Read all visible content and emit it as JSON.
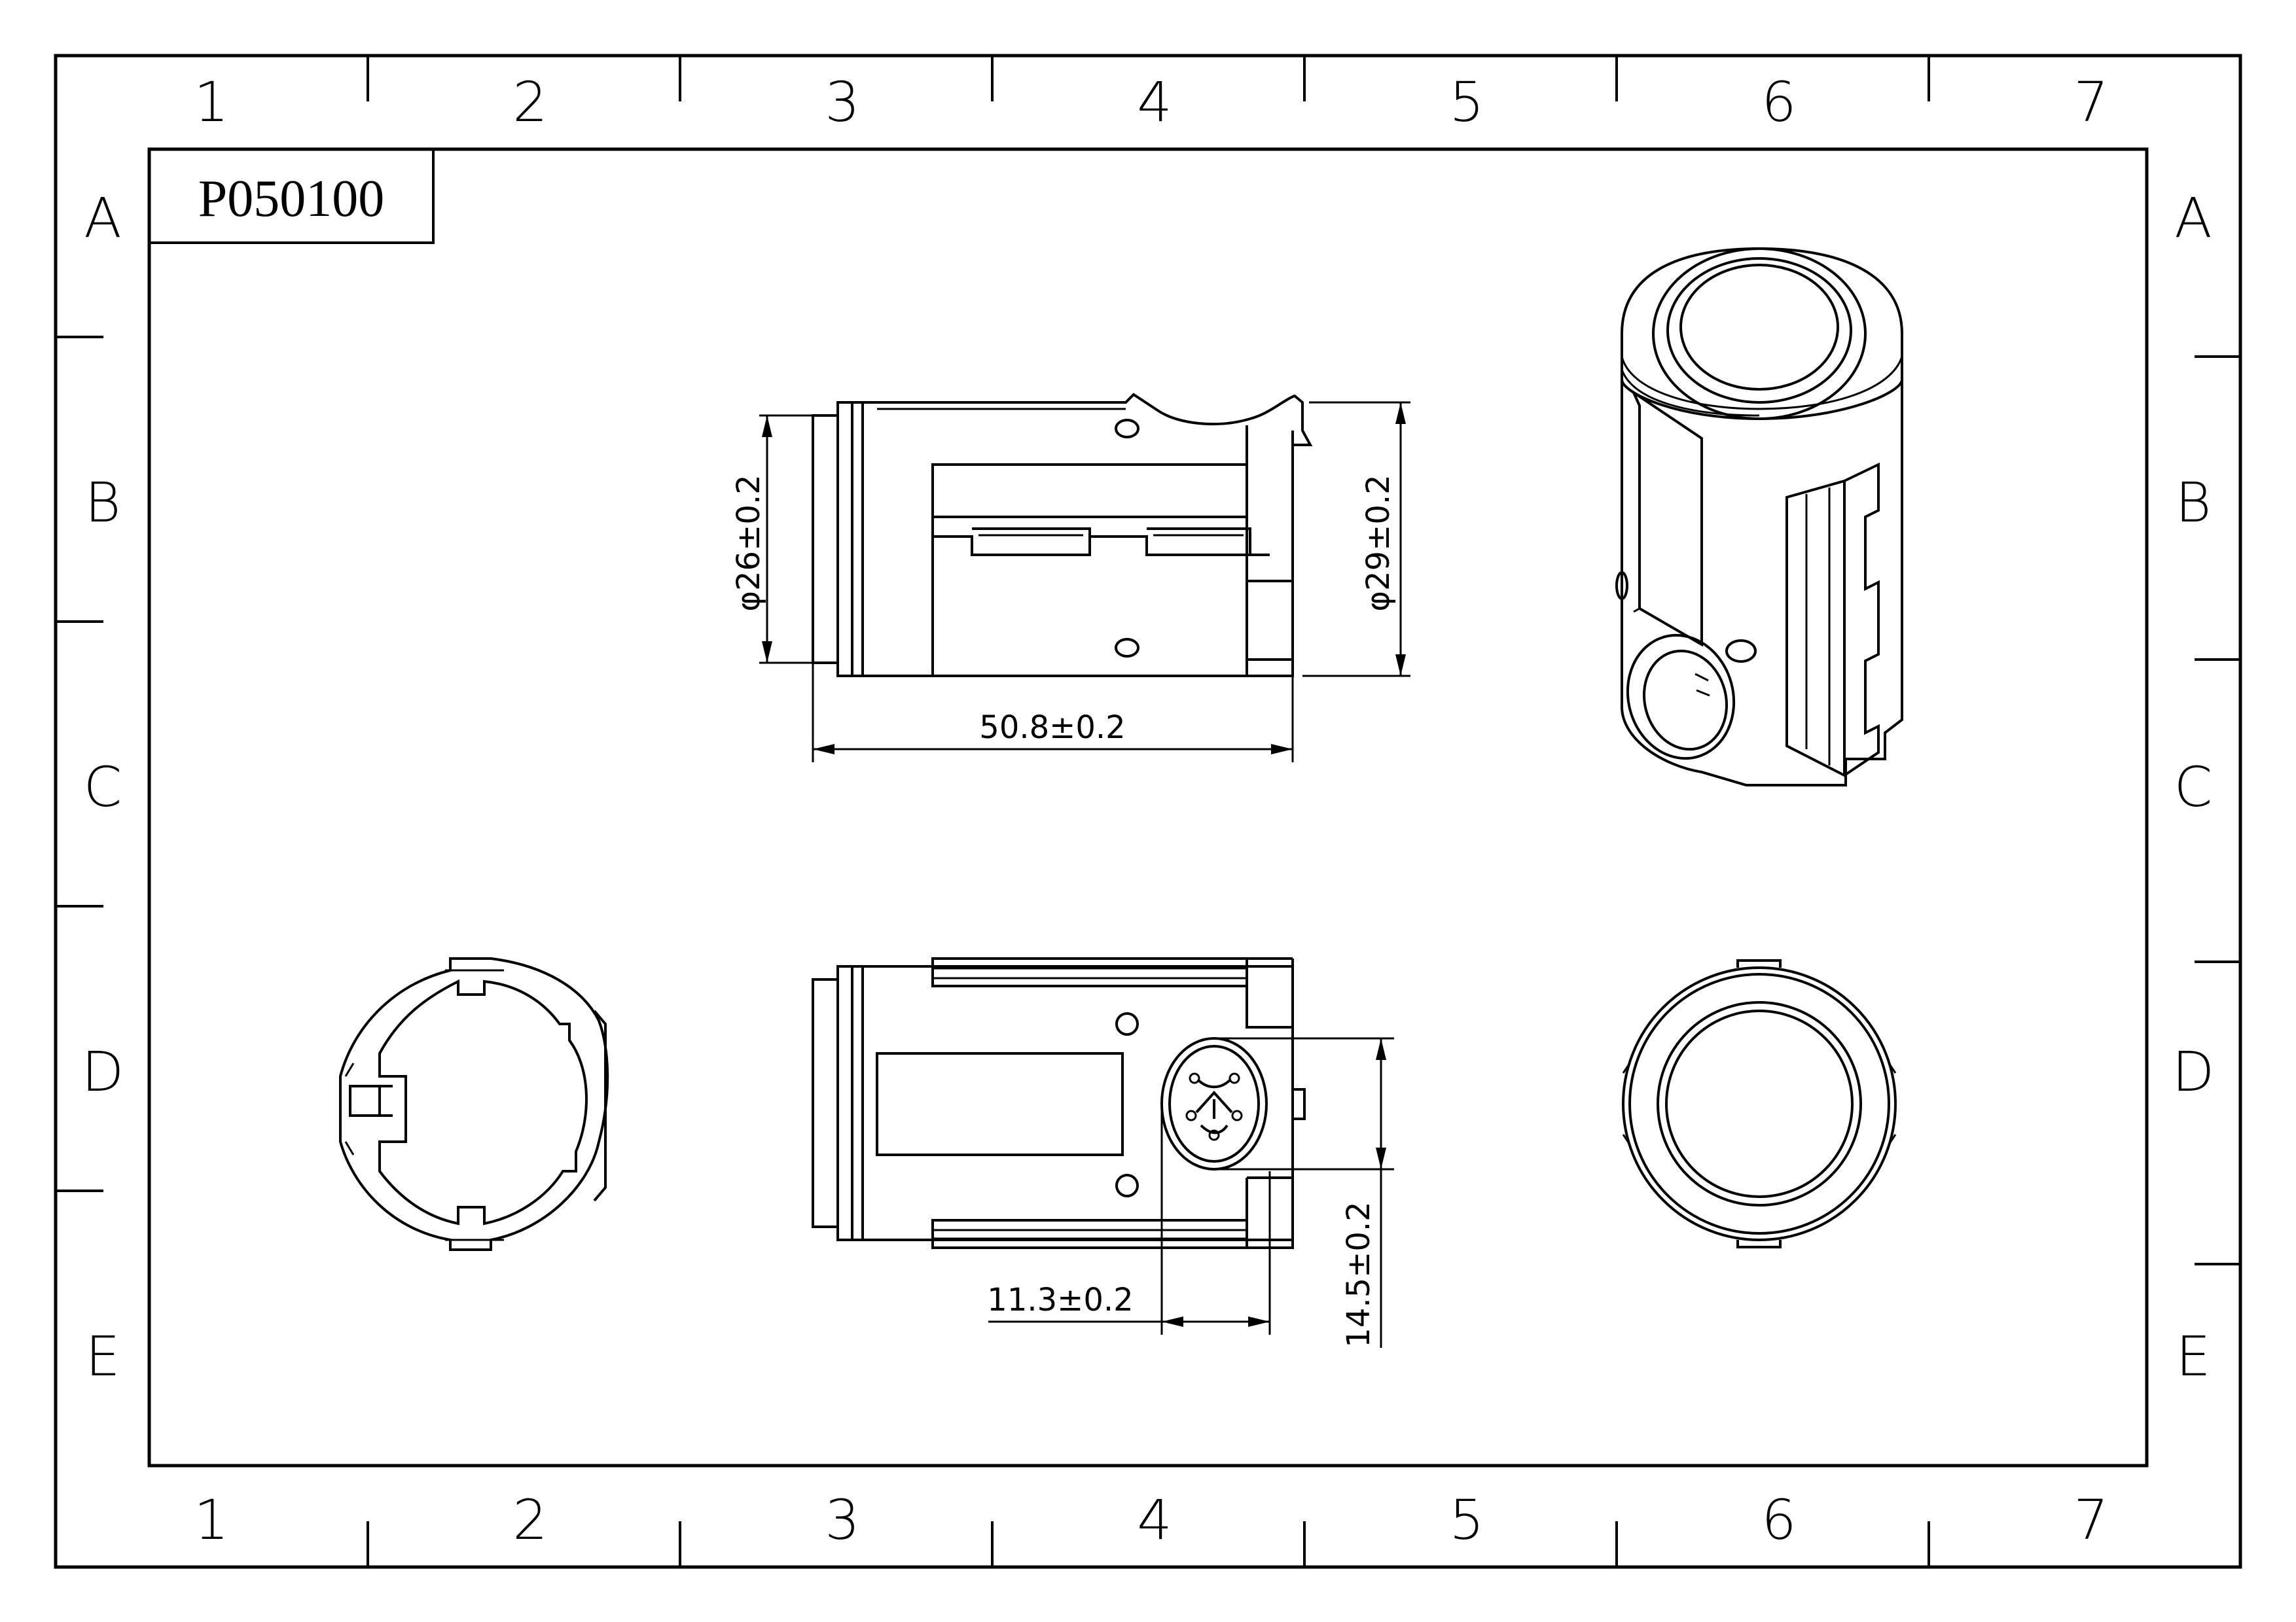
{
  "part_number": "P050100",
  "zones": {
    "columns": [
      "1",
      "2",
      "3",
      "4",
      "5",
      "6",
      "7"
    ],
    "rows": [
      "A",
      "B",
      "C",
      "D",
      "E"
    ]
  },
  "dimensions": {
    "inner_diameter": "φ26±0.2",
    "outer_diameter": "φ29±0.2",
    "length": "50.8±0.2",
    "logo_offset": "11.3±0.2",
    "logo_height": "14.5±0.2"
  },
  "views": [
    "side-view",
    "isometric-view",
    "rear-view",
    "top-view",
    "front-view"
  ]
}
